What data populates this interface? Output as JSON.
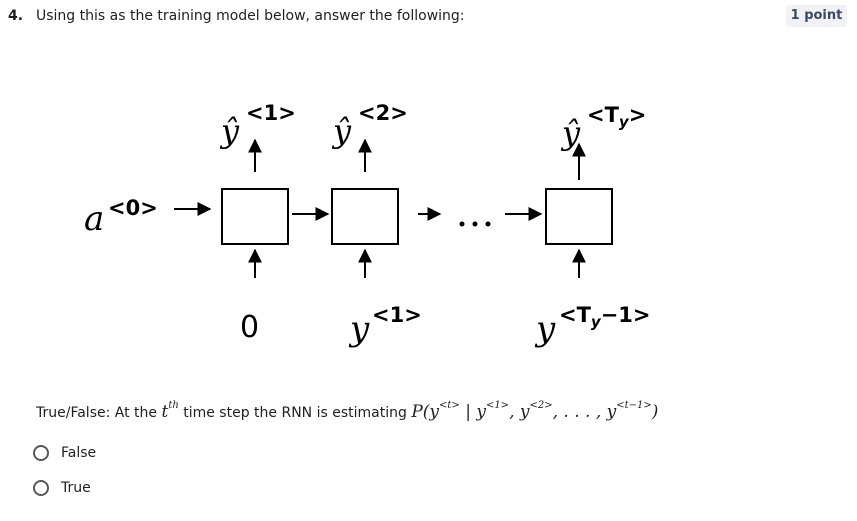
{
  "question": {
    "number": "4.",
    "prompt": "Using this as the training model below, answer the following:",
    "points": "1 point"
  },
  "diagram": {
    "initial_activation": "a",
    "initial_activation_sup": "<0>",
    "outputs": [
      {
        "base": "ŷ",
        "sup": "<1>"
      },
      {
        "base": "ŷ",
        "sup": "<2>"
      },
      {
        "base": "ŷ",
        "sup": "<T",
        "sub": "y",
        "sup_end": ">"
      }
    ],
    "inputs": [
      {
        "text": "0"
      },
      {
        "base": "y",
        "sup": "<1>"
      },
      {
        "base": "y",
        "sup": "<T",
        "sub": "y",
        "sup_end": "−1>"
      }
    ],
    "ellipsis": "..."
  },
  "statement": {
    "lead": "True/False: At the ",
    "t": "t",
    "th": "th",
    "mid": " time step the RNN is estimating ",
    "P": "P(y",
    "sup_t": "<t>",
    "bar": " | y",
    "sup_1": "<1>",
    "comma_y": ", y",
    "sup_2": "<2>",
    "dots": ", . . . , y",
    "sup_tm1": "<t−1>",
    "close": ")"
  },
  "options": [
    {
      "label": "False"
    },
    {
      "label": "True"
    }
  ]
}
